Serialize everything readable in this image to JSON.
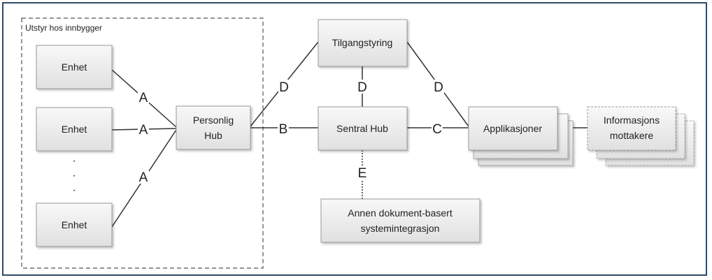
{
  "group": {
    "label": "Utstyr hos innbygger"
  },
  "devices": [
    {
      "label": "Enhet"
    },
    {
      "label": "Enhet"
    },
    {
      "label": "Enhet"
    }
  ],
  "ellipsis": [
    "·",
    "·",
    "·"
  ],
  "nodes": {
    "personlig_hub": {
      "lines": [
        "Personlig",
        "Hub"
      ]
    },
    "tilgangstyring": {
      "lines": [
        "Tilgangstyring"
      ]
    },
    "sentral_hub": {
      "lines": [
        "Sentral Hub"
      ]
    },
    "annen": {
      "lines": [
        "Annen dokument-basert",
        "systemintegrasjon"
      ]
    },
    "applikasjoner": {
      "lines": [
        "Applikasjoner"
      ]
    },
    "informasjons": {
      "lines": [
        "Informasjons",
        "mottakere"
      ]
    }
  },
  "edge_labels": {
    "a1": "A",
    "a2": "A",
    "a3": "A",
    "b": "B",
    "c": "C",
    "d_left": "D",
    "d_mid": "D",
    "d_right": "D",
    "e": "E"
  },
  "colors": {
    "border": "#2f4b66",
    "box_fill_top": "#f7f7f7",
    "box_fill_bottom": "#e2e2e2",
    "box_stroke": "#9a9a9a",
    "line": "#333333"
  }
}
